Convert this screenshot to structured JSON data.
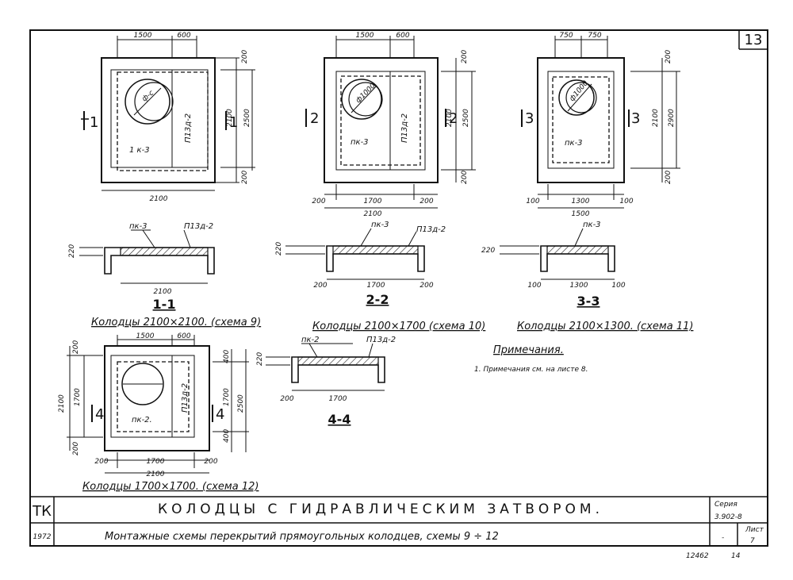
{
  "sheet_number": "13",
  "scheme_1": {
    "section_marker": "1",
    "top_dims": [
      "1500",
      "600"
    ],
    "side_dims": [
      "200",
      "2100",
      "2500",
      "200"
    ],
    "bottom_dim": "2100",
    "slab_pk": "1 к-3",
    "slab_p": "П13д-2",
    "circle_label": "ф-с",
    "sec_callouts": [
      "пк-3",
      "П13д-2"
    ],
    "sec_height": "220",
    "sec_width": "2100",
    "section_label": "1-1",
    "caption": "Колодцы 2100×2100. (схема 9)"
  },
  "scheme_2": {
    "section_marker": "2",
    "top_dims": [
      "1500",
      "600"
    ],
    "side_dims": [
      "200",
      "2100",
      "2500",
      "200"
    ],
    "bottom_dims": [
      "200",
      "1700",
      "200",
      "2100"
    ],
    "slab_pk": "пк-3",
    "slab_p": "П13д-2",
    "circle_label": "ф1000",
    "sec_callouts": [
      "пк-3",
      "П13д-2"
    ],
    "sec_height": "220",
    "sec_dims": [
      "200",
      "1700",
      "200"
    ],
    "section_label": "2-2",
    "caption": "Колодцы 2100×1700 (схема 10)"
  },
  "scheme_3": {
    "section_marker": "3",
    "top_dims": [
      "750",
      "750"
    ],
    "side_dims": [
      "200",
      "2100",
      "2900",
      "200"
    ],
    "bottom_dims": [
      "100",
      "1300",
      "100",
      "1500"
    ],
    "slab_pk": "пк-3",
    "circle_label": "ф1000",
    "sec_callouts": [
      "пк-3"
    ],
    "sec_height": "220",
    "sec_dims": [
      "100",
      "1300",
      "100"
    ],
    "section_label": "3-3",
    "caption": "Колодцы 2100×1300. (схема 11)"
  },
  "scheme_4": {
    "section_marker": "4",
    "top_dims": [
      "1500",
      "600"
    ],
    "side_dims": [
      "200",
      "1700",
      "2100",
      "200"
    ],
    "right_dims": [
      "400",
      "1700",
      "2500",
      "400"
    ],
    "bottom_dims": [
      "200",
      "1700",
      "200",
      "2100"
    ],
    "slab_pk": "пк-2.",
    "slab_p": "П13д-2",
    "sec_callouts": [
      "пк-2",
      "П13д-2"
    ],
    "sec_height": "220",
    "sec_dims": [
      "200",
      "1700"
    ],
    "section_label": "4-4",
    "caption": "Колодцы 1700×1700. (схема 12)"
  },
  "notes": {
    "title": "Примечания.",
    "item": "1. Примечания     см. на листе 8."
  },
  "title_block": {
    "tk": "ТК",
    "year": "1972",
    "title": "КОЛОДЦЫ  С  ГИДРАВЛИЧЕСКИМ  ЗАТВОРОМ.",
    "subtitle": "Монтажные схемы перекрытий прямоугольных колодцев, схемы 9 ÷ 12",
    "series_label": "Серия",
    "series_value": "3.902-8",
    "sheet_label": "Лист",
    "sheet_value": "7",
    "dash": "-",
    "inventory": "12462",
    "page": "14"
  }
}
